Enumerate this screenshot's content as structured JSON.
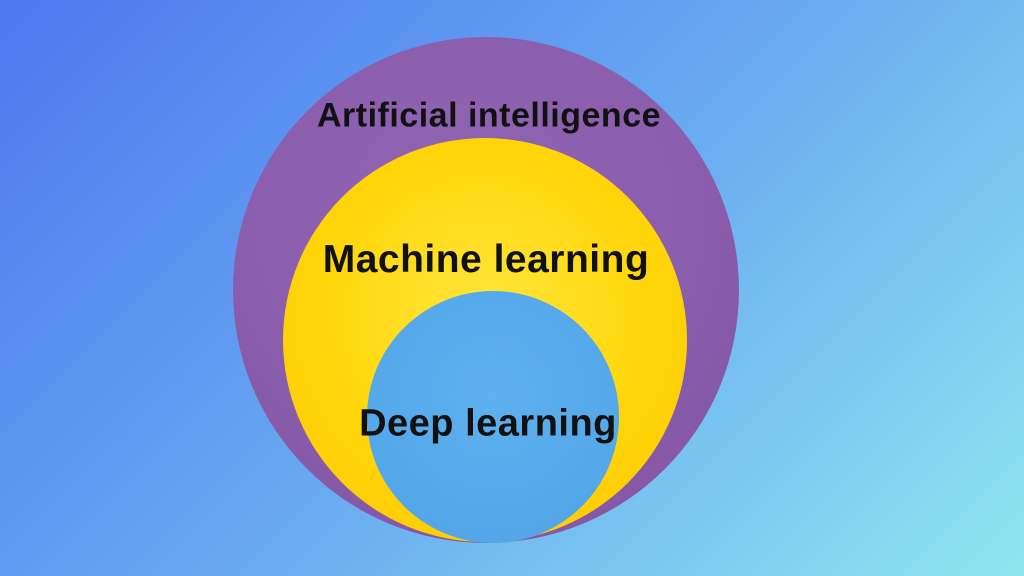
{
  "diagram": {
    "type": "nested-circles",
    "description": "Concentric Venn-style diagram of AI field subsets, circles nested and nearly tangent at the bottom",
    "rings": [
      {
        "id": "artificial-intelligence",
        "label": "Artificial intelligence",
        "color": "#8a5dad",
        "level": 1
      },
      {
        "id": "machine-learning",
        "label": "Machine learning",
        "color": "#ffd60a",
        "level": 2
      },
      {
        "id": "deep-learning",
        "label": "Deep learning",
        "color": "#55a8ea",
        "level": 3
      }
    ],
    "label_text_color": "#111111",
    "background_gradient": {
      "direction": "135deg",
      "from": "#4c78f0",
      "mid": "#68a9f1",
      "to": "#8fe6ef"
    }
  }
}
